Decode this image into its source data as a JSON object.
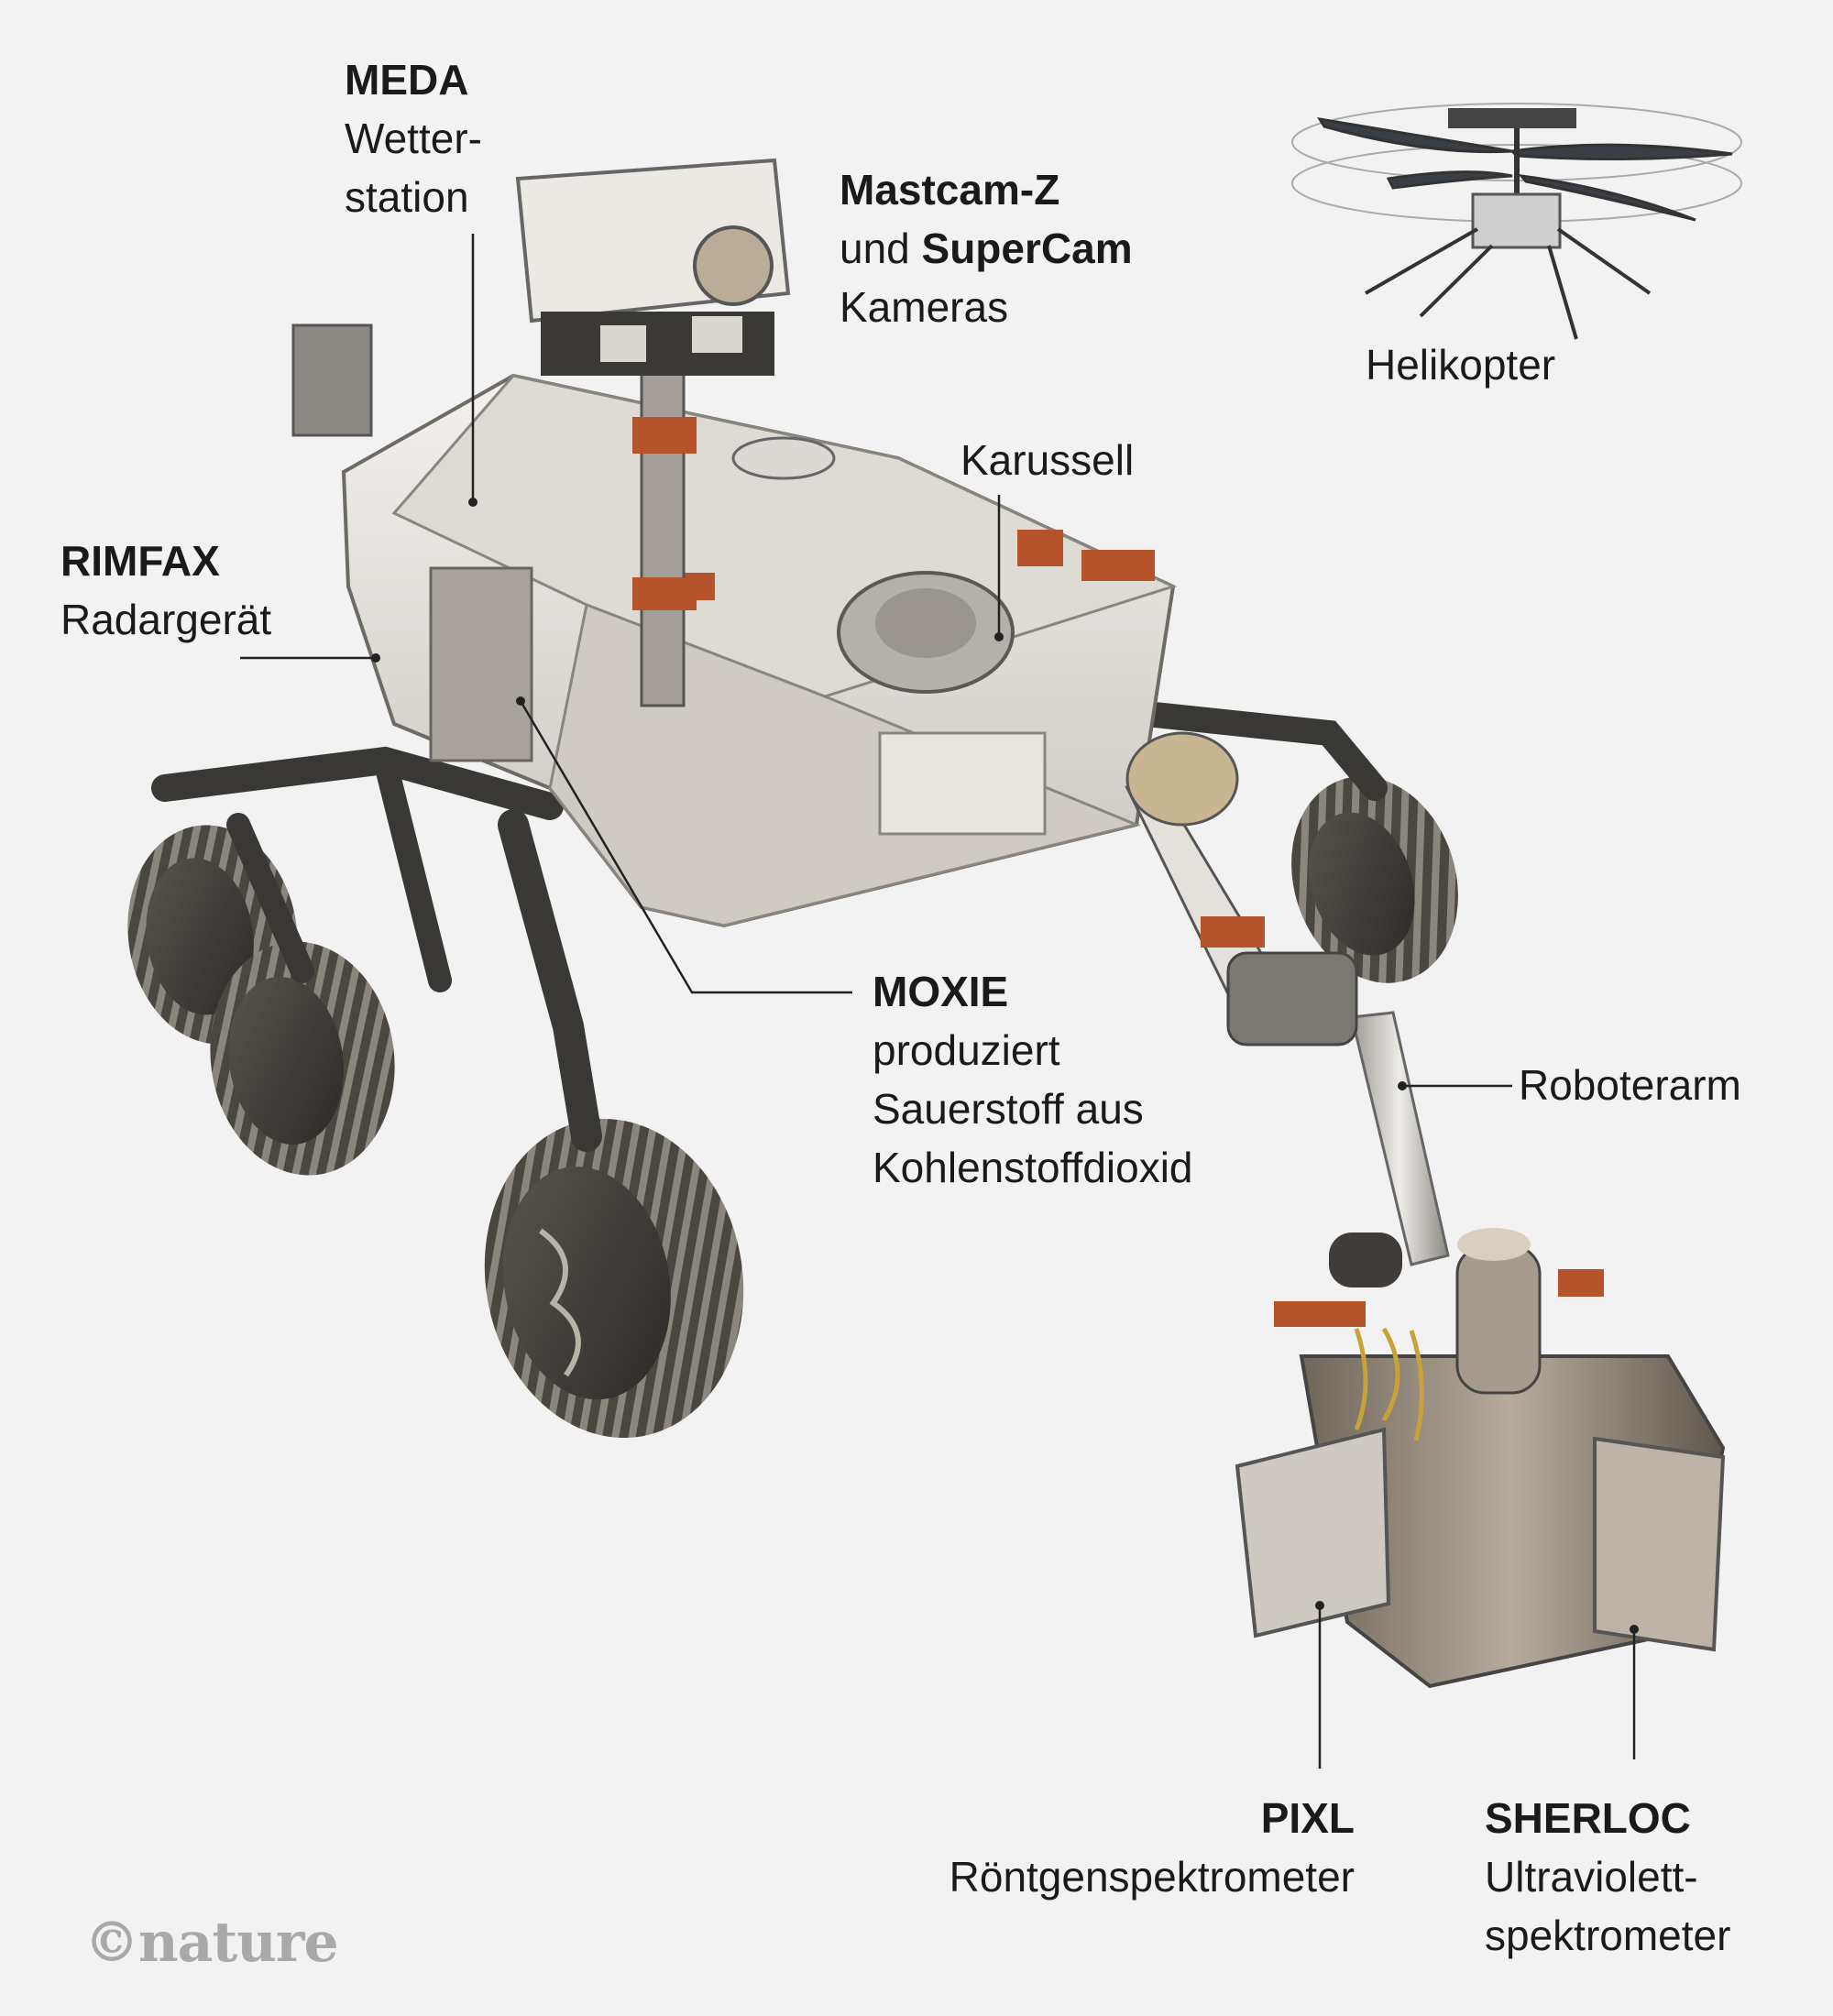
{
  "labels": {
    "meda": {
      "name": "MEDA",
      "desc_line1": "Wetter-",
      "desc_line2": "station"
    },
    "mastcam": {
      "name": "Mastcam-Z",
      "line2_prefix": "und ",
      "line2_name": "SuperCam",
      "line3": "Kameras"
    },
    "helicopter": {
      "text": "Helikopter"
    },
    "karussell": {
      "text": "Karussell"
    },
    "rimfax": {
      "name": "RIMFAX",
      "desc": "Radargerät"
    },
    "moxie": {
      "name": "MOXIE",
      "desc_line1": "produziert",
      "desc_line2": "Sauerstoff aus",
      "desc_line3": "Kohlenstoffdioxid"
    },
    "roboterarm": {
      "text": "Roboterarm"
    },
    "pixl": {
      "name": "PIXL",
      "desc": "Röntgenspektrometer"
    },
    "sherloc": {
      "name": "SHERLOC",
      "desc_line1": "Ultraviolett-",
      "desc_line2": "spektrometer"
    }
  },
  "credit": "©nature",
  "colors": {
    "background": "#f2f2f2",
    "text": "#1a1a1a",
    "leader_line": "#222222",
    "rover_body": "#e6e4e0",
    "rover_dark": "#3a3835",
    "accent_orange": "#b5532b",
    "arm_metal": "#8c8275",
    "credit_grey": "#a9a9a9"
  }
}
